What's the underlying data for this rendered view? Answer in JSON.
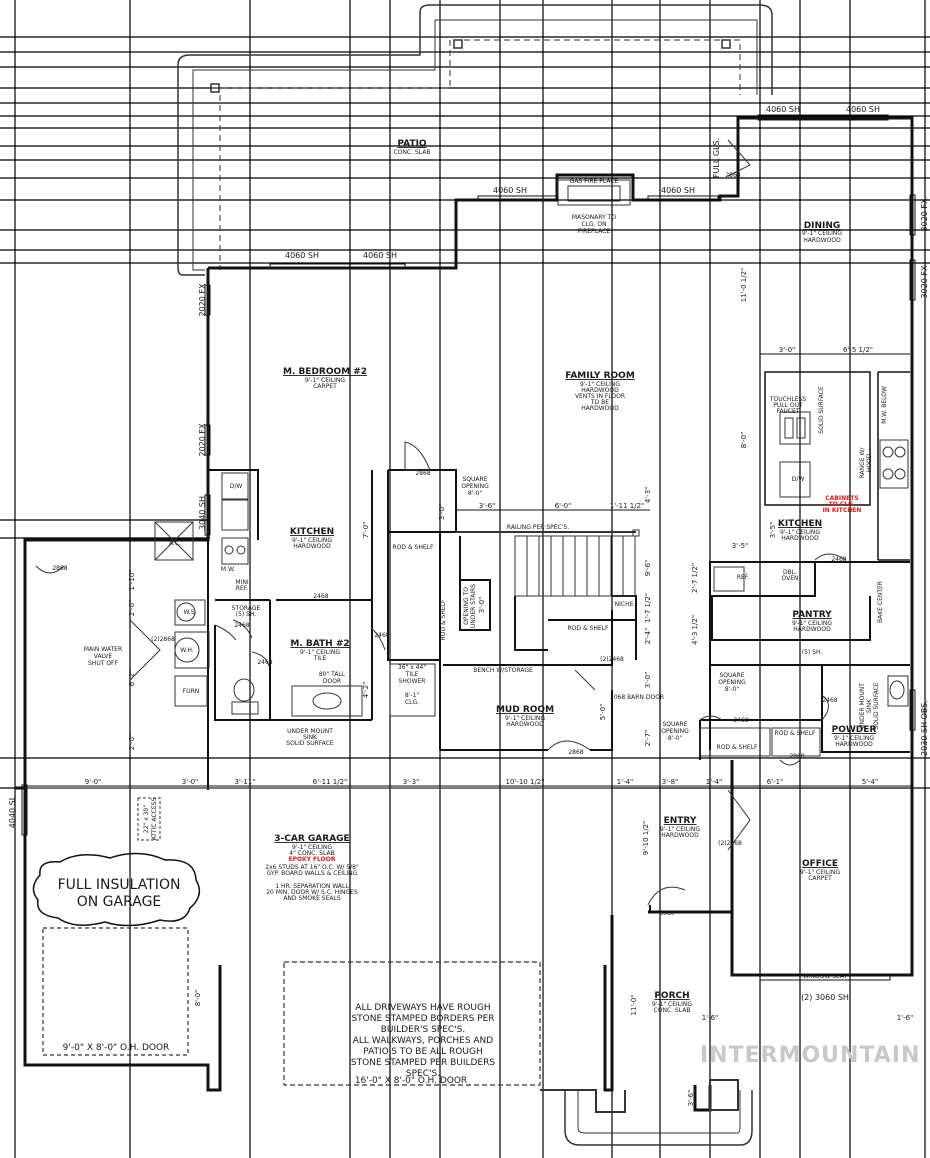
{
  "rooms": {
    "patio": {
      "title": "PATIO",
      "note": "CONC. SLAB"
    },
    "dining": {
      "title": "DINING",
      "notes": [
        "9'-1\" CEILING",
        "HARDWOOD"
      ]
    },
    "family": {
      "title": "FAMILY ROOM",
      "notes": [
        "9'-1\" CEILING",
        "HARDWOOD",
        "VENTS IN FLOOR",
        "TO BE",
        "HARDWOOD"
      ]
    },
    "bedroom": {
      "title": "M. BEDROOM #2",
      "notes": [
        "9'-1\" CEILING",
        "CARPET"
      ]
    },
    "kitchen2": {
      "title": "KITCHEN",
      "notes": [
        "9'-1\" CEILING",
        "HARDWOOD"
      ]
    },
    "kitchen": {
      "title": "KITCHEN",
      "notes": [
        "9'-1\" CEILING",
        "HARDWOOD"
      ]
    },
    "pantry": {
      "title": "PANTRY",
      "notes": [
        "9'-1\" CEILING",
        "HARDWOOD"
      ]
    },
    "bath": {
      "title": "M. BATH #2",
      "notes": [
        "9'-1\" CEILING",
        "TILE"
      ]
    },
    "mud": {
      "title": "MUD ROOM",
      "notes": [
        "9'-1\" CEILING",
        "HARDWOOD"
      ]
    },
    "powder": {
      "title": "POWDER",
      "notes": [
        "9'-1\" CEILING",
        "HARDWOOD"
      ]
    },
    "garage": {
      "title": "3-CAR GARAGE",
      "notes": [
        "9'-1\" CEILING",
        "4\" CONC. SLAB"
      ],
      "epoxy": "EPOXY FLOOR",
      "notes2": [
        "2x6 STUDS AT 16\" O.C. W/ 5/8\"",
        "GYP. BOARD WALLS & CEILING",
        "",
        "1 HR. SEPARATION WALL",
        "20 MIN. DOOR W/ S.C. HINGES",
        "AND SMOKE SEALS"
      ]
    },
    "entry": {
      "title": "ENTRY",
      "notes": [
        "9'-1\" CEILING",
        "HARDWOOD"
      ]
    },
    "office": {
      "title": "OFFICE",
      "notes": [
        "9'-1\" CEILING",
        "CARPET"
      ]
    },
    "porch": {
      "title": "PORCH",
      "notes": [
        "9'-1\" CEILING",
        "CONC. SLAB"
      ]
    }
  },
  "windows": {
    "sh4060": "4060 SH",
    "fx2020": "2020 FX",
    "sh3040": "3040 SH",
    "fx3020": "3020 FX",
    "fullgls": "FULL GLS.",
    "sh2030": "2030 SH OBS.",
    "sl4040": "4040 SL",
    "sh3060": "(2) 3060 SH",
    "window_seat": "WINDOW SEAT"
  },
  "doors": {
    "d2868": "2868",
    "d2468": "2468",
    "d3068": "3068 BARN DOOR",
    "d3080": "3080",
    "d2_2868": "(2)2868",
    "d2_2468": "(2)2468",
    "garage_big": "16'-0\" X 8'-0\" O.H. DOOR",
    "garage_small": "9'-0\" X 8'-0\" O.H. DOOR"
  },
  "labels": {
    "fireplace_top": "GAS FIRE PLACE",
    "fireplace": [
      "MASONARY TO",
      "CLG. ON",
      "FIREPLACE"
    ],
    "sq_open_a": [
      "SQUARE",
      "OPENING",
      "8'-0\""
    ],
    "railing": "RAILING PER SPEC'S.",
    "rod_shelf": "ROD & SHELF",
    "niche": "NICHE",
    "bench": "BENCH W/STORAGE",
    "opening_stairs": [
      "OPENING TO",
      "UNDER STAIRS"
    ],
    "storage": "STORAGE",
    "storage_sh": "(5) SH.",
    "mini_ref": [
      "MINI",
      "REF."
    ],
    "mw": "M.W.",
    "dw": "D/W",
    "ac": "A.C.",
    "ws": "W.S.",
    "wh": "W.H.",
    "furn": "FURN",
    "main_valve": [
      "MAIN WATER",
      "VALVE",
      "SHUT OFF"
    ],
    "tall_door": [
      "80\" TALL",
      "DOOR"
    ],
    "shower": [
      "36\" x 44\"",
      "TILE",
      "SHOWER",
      "8'-1\"",
      "CLG."
    ],
    "undermount": [
      "UNDER MOUNT",
      "SINK",
      "SOLID SURFACE"
    ],
    "undermount_p": [
      "UNDER MOUNT",
      "SINK",
      "SOLID SURFACE"
    ],
    "faucet": [
      "TOUCHLESS",
      "PULL OUT",
      "FAUCET"
    ],
    "solid_surf": "SOLID SURFACE",
    "range": [
      "RANGE W/",
      "HOOD"
    ],
    "mw_below": "M.W. BELOW",
    "cabinets": [
      "CABINETS",
      "TO CLG.",
      "IN KITCHEN"
    ],
    "ref": "REF.",
    "dbl_oven": [
      "DBL.",
      "OVEN"
    ],
    "bake": "BAKE CENTER",
    "sq_open_b": [
      "SQUARE",
      "OPENING",
      "8'-0\""
    ],
    "sq_open_c": [
      "SQUARE",
      "OPENING",
      "8'-0\""
    ],
    "attic": [
      "22\" x 30\"",
      "ATTIC ACCESS"
    ],
    "insulation": [
      "FULL INSULATION",
      "ON GARAGE"
    ],
    "driveway": [
      "ALL DRIVEWAYS HAVE ROUGH",
      "STONE STAMPED BORDERS PER",
      "BUILDER'S SPEC'S.",
      "ALL WALKWAYS, PORCHES AND",
      "PATIO'S TO BE ALL ROUGH",
      "STONE STAMPED PER BUILDERS",
      "SPEC'S."
    ],
    "watermark": "INTERMOUNTAIN"
  },
  "dims": {
    "garage_row": [
      "9'-0\"",
      "3'-0\"",
      "3'-11\"",
      "6'-11 1/2\"",
      "3'-3\"",
      "10'-10 1/2\"",
      "1'-4\"",
      "3'-8\"",
      "1'-4\"",
      "6'-1\"",
      "5'-4\""
    ],
    "stair_row": [
      "3'-6\"",
      "6'-0\"",
      "1'-11 1/2\"",
      "4'-3\""
    ],
    "kitchen_top": [
      "3'-0\"",
      "6'-5 1/2\""
    ],
    "kit_v": [
      "11'-0 1/2\"",
      "8'-0\"",
      "3'-5\"",
      "2'-7 1/2\"",
      "4'-3 1/2\""
    ],
    "stair_v": [
      "9'-6\"",
      "1'-7 1/2\"",
      "2'-4\"",
      "3'-0\"",
      "5'-0\"",
      "2'-7\""
    ],
    "left_v": [
      "1'-10\"",
      "2'-0\"",
      "6'-2\"",
      "2'-0\""
    ],
    "misc": [
      "3'-0\"",
      "7'-0\"",
      "3'-0\"",
      "4'-2\"",
      "3'-5\"",
      "9'-10 1/2\"",
      "11'-0\"",
      "8'-0\"",
      "1'-6\"",
      "1'-6\"",
      "3'-6\""
    ]
  }
}
